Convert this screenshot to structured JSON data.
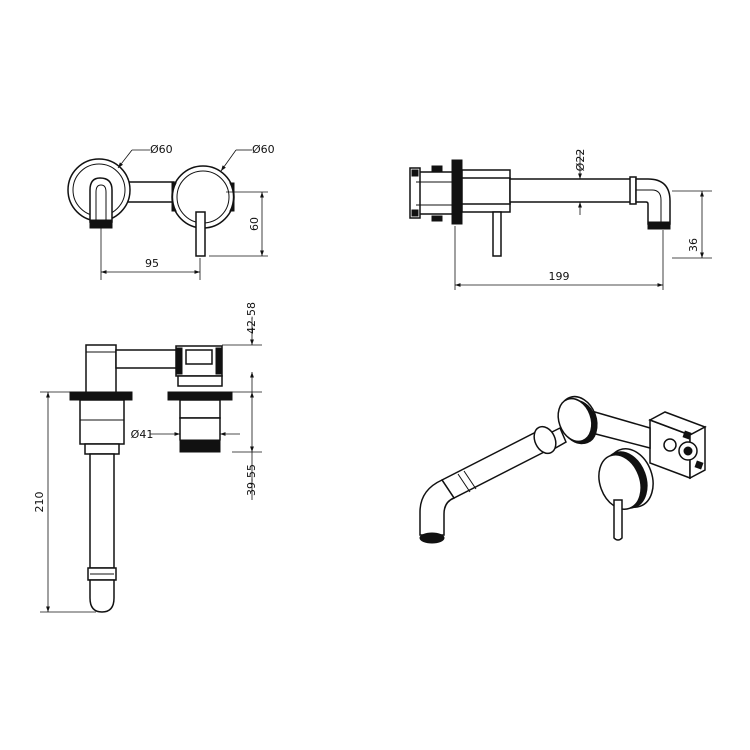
{
  "views": {
    "front": {
      "name": "front-view"
    },
    "side": {
      "name": "side-view"
    },
    "top": {
      "name": "top-view"
    },
    "iso": {
      "name": "isometric-view"
    }
  },
  "dimensions": {
    "front_dia_left": "Ø60",
    "front_dia_right": "Ø60",
    "front_width": "95",
    "front_height": "60",
    "side_dia": "Ø22",
    "side_length": "199",
    "side_height": "36",
    "top_body_dia": "Ø41",
    "top_range_upper": "42-58",
    "top_range_lower": "39-55",
    "top_spout_length": "210"
  },
  "colors": {
    "line": "#111111",
    "background": "#ffffff"
  }
}
